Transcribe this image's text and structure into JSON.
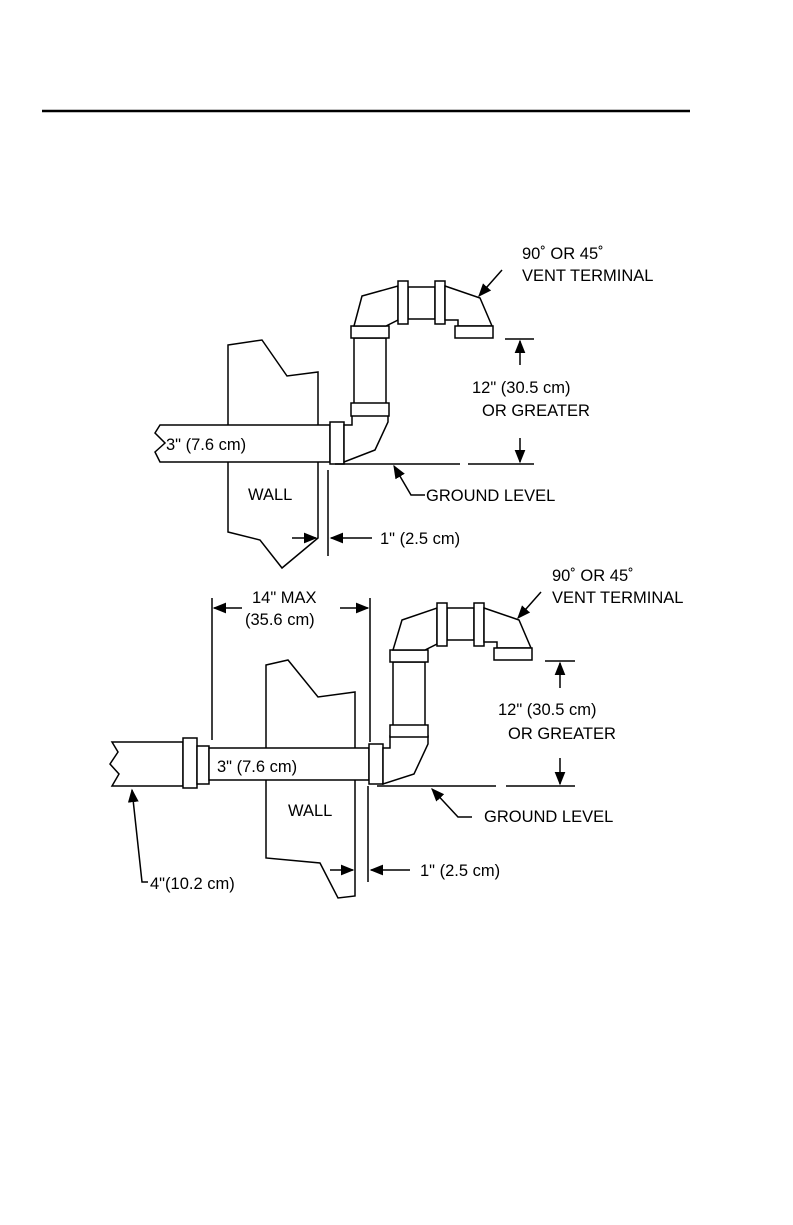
{
  "figure_top": {
    "terminal_label_line1": "90˚ OR 45˚",
    "terminal_label_line2": "VENT TERMINAL",
    "clearance_line1": "12\" (30.5 cm)",
    "clearance_line2": "OR GREATER",
    "pipe_label": "3\" (7.6 cm)",
    "wall_label": "WALL",
    "ground_label": "GROUND LEVEL",
    "offset_label": "1\" (2.5 cm)"
  },
  "figure_bottom": {
    "terminal_label_line1": "90˚ OR 45˚",
    "terminal_label_line2": "VENT TERMINAL",
    "max_label_line1": "14\" MAX",
    "max_label_line2": "(35.6 cm)",
    "clearance_line1": "12\" (30.5 cm)",
    "clearance_line2": "OR GREATER",
    "pipe_label": "3\" (7.6 cm)",
    "wall_label": "WALL",
    "ground_label": "GROUND LEVEL",
    "offset_label": "1\" (2.5 cm)",
    "reducer_label": "4\"(10.2 cm)"
  }
}
